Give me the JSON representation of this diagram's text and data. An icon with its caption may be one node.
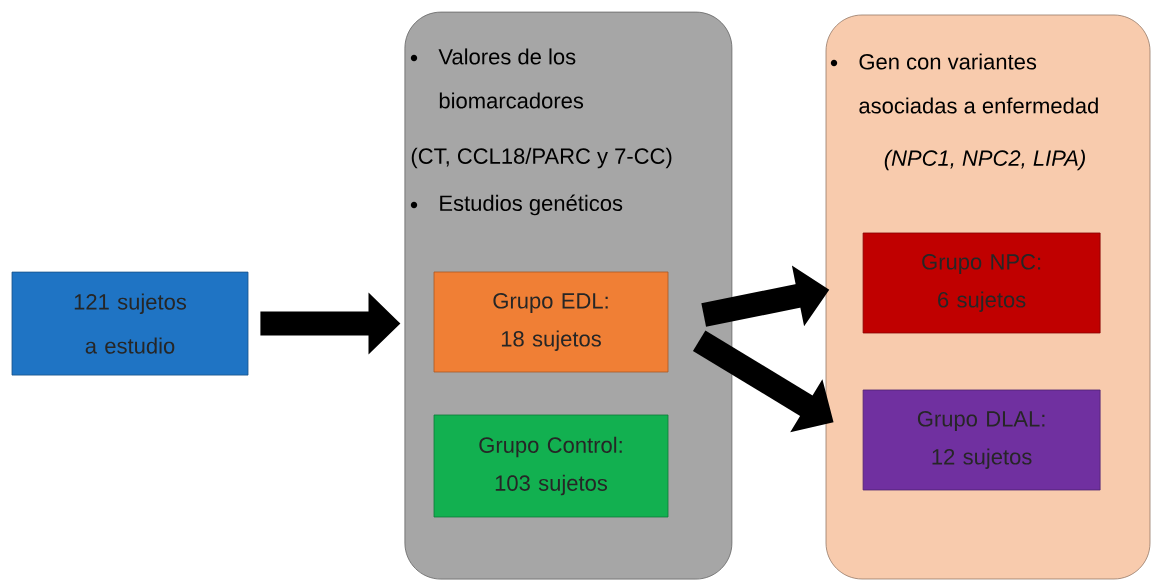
{
  "diagram": {
    "nodes": [
      {
        "text": [
          "121 sujetos a estudio"
        ]
      },
      {
        "text": [
          "Valores de los biomarcadores",
          "(CT, CCL18/PARC y 7-CC)",
          "Estudios genéticos"
        ]
      },
      {
        "text": [
          "Grupo EDL:",
          "18 sujetos"
        ],
        "in": 1
      },
      {
        "text": [
          "Grupo Control:",
          "103 sujetos"
        ],
        "in": 1
      },
      {
        "text": [
          "Gen con variantes asociadas a enfermedad",
          "(NPC1, NPC2, LIPA)"
        ]
      },
      {
        "text": [
          "Grupo NPC:",
          "6 sujetos"
        ],
        "in": 4
      },
      {
        "text": [
          "Grupo DLAL:",
          "12 sujetos"
        ],
        "in": 4
      }
    ],
    "edges": [
      {
        "from": 0,
        "to": 1,
        "arrow": "to"
      },
      {
        "from": 2,
        "to": 5,
        "arrow": "to"
      },
      {
        "from": 2,
        "to": 6,
        "arrow": "to"
      }
    ]
  }
}
